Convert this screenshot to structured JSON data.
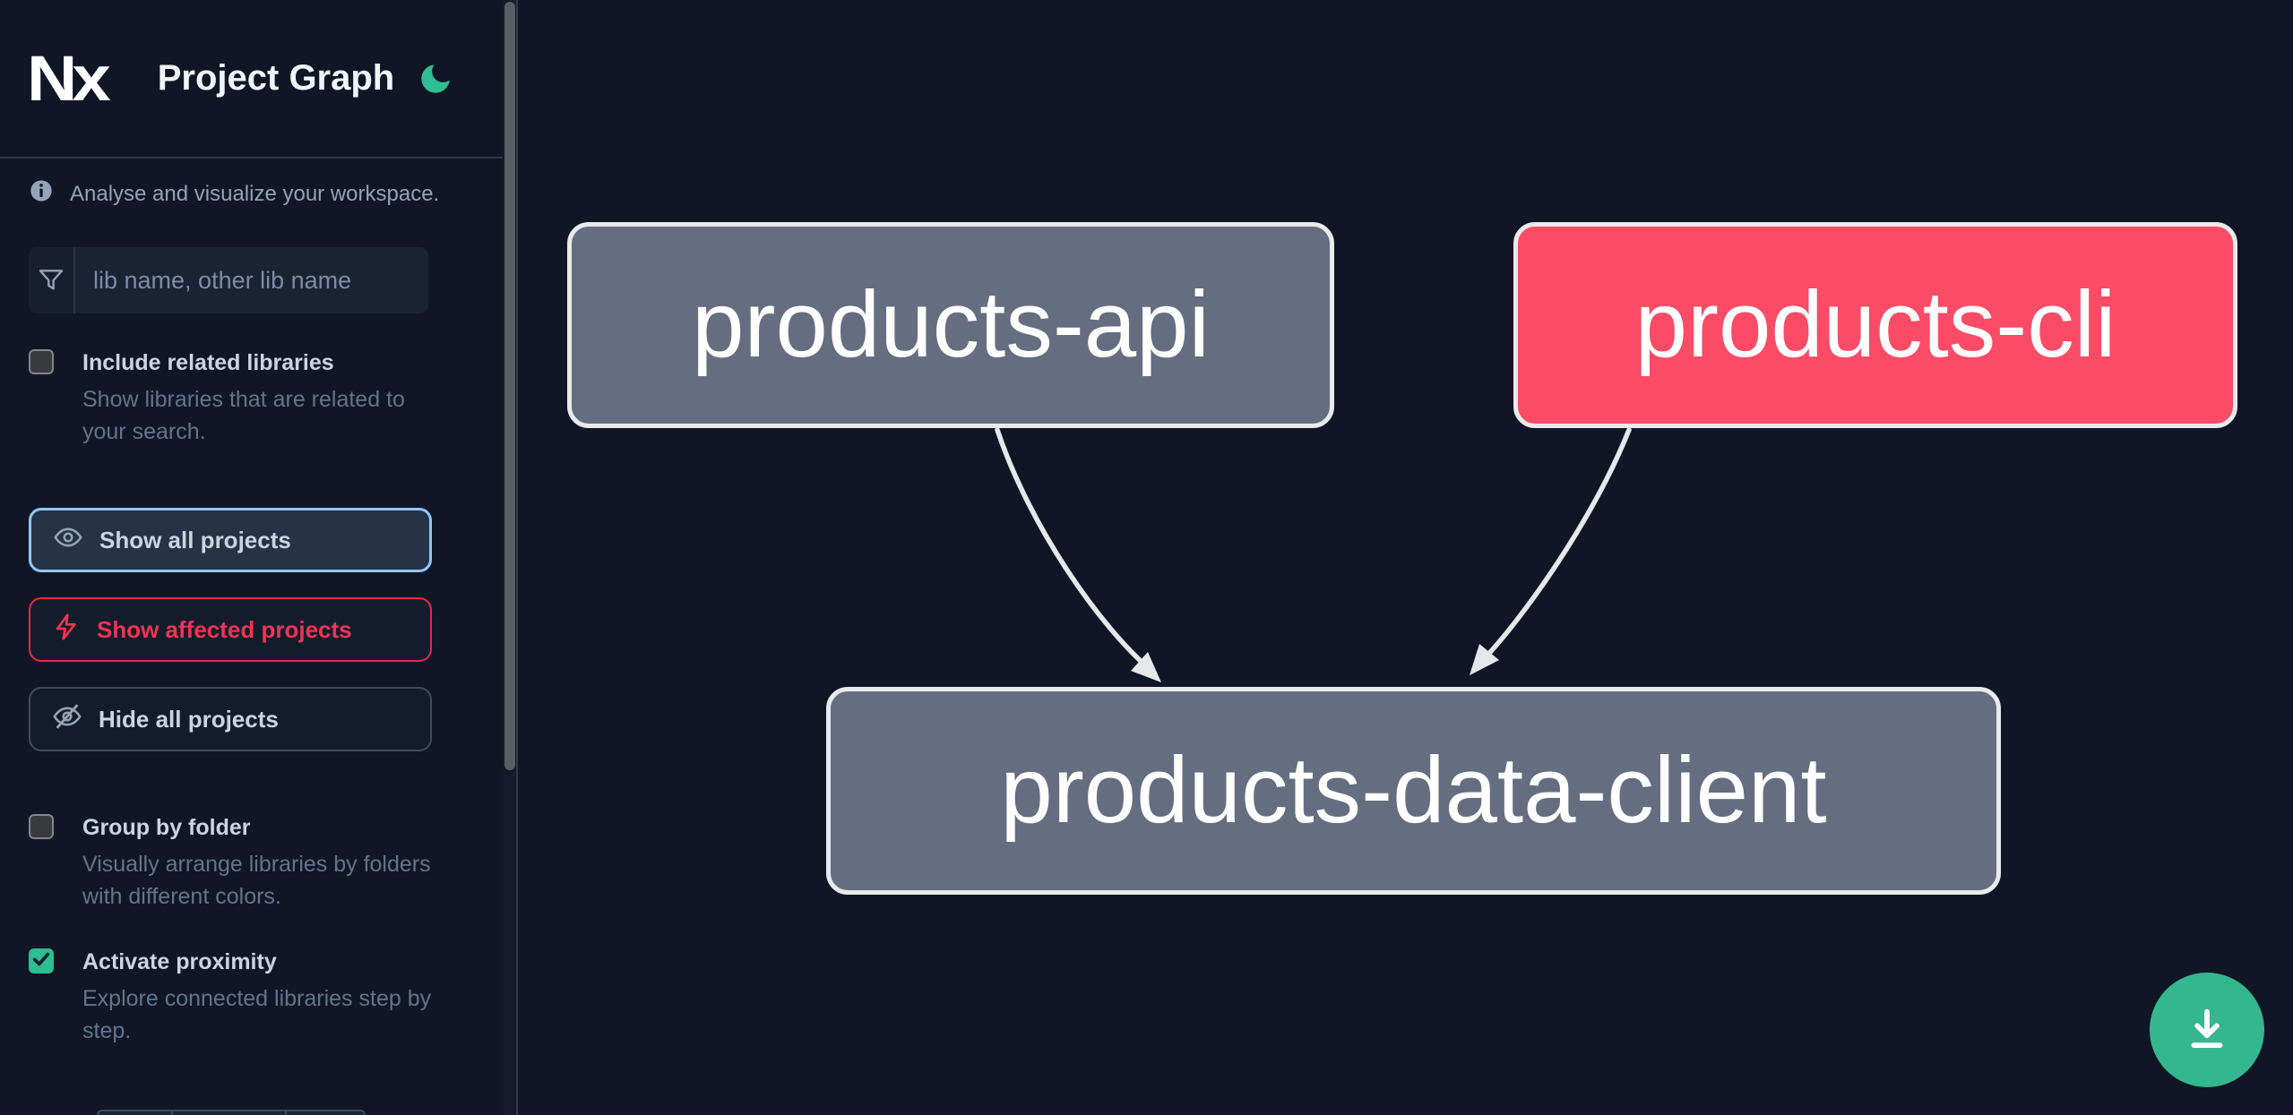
{
  "header": {
    "logo_text": "Nx",
    "title": "Project Graph",
    "theme_icon": "moon-icon"
  },
  "sidebar": {
    "tagline": "Analyse and visualize your workspace.",
    "tagline_icon": "info-icon",
    "search": {
      "icon": "filter-funnel-icon",
      "placeholder": "lib name, other lib name",
      "value": ""
    },
    "checkboxes": [
      {
        "label": "Include related libraries",
        "description": "Show libraries that are related to your search.",
        "checked": false
      },
      {
        "label": "Group by folder",
        "description": "Visually arrange libraries by folders with different colors.",
        "checked": false
      },
      {
        "label": "Activate proximity",
        "description": "Explore connected libraries step by step.",
        "checked": true
      }
    ],
    "buttons": [
      {
        "label": "Show all projects",
        "icon": "eye-icon",
        "state": "focused"
      },
      {
        "label": "Show affected projects",
        "icon": "bolt-icon",
        "state": "affected"
      },
      {
        "label": "Hide all projects",
        "icon": "eye-slash-icon",
        "state": "default"
      }
    ]
  },
  "graph": {
    "nodes": [
      {
        "id": "products-api",
        "status": "default"
      },
      {
        "id": "products-cli",
        "status": "affected"
      },
      {
        "id": "products-data-client",
        "status": "default"
      }
    ],
    "edges": [
      {
        "from": "products-api",
        "to": "products-data-client"
      },
      {
        "from": "products-cli",
        "to": "products-data-client"
      }
    ],
    "download_icon": "download-icon"
  },
  "colors": {
    "background": "#101626",
    "accent_green": "#2fbd91",
    "download_green": "#35b78e",
    "node_gray": "#656e80",
    "node_affected_pink": "#fb4b66",
    "node_border": "#e9eaec",
    "edge": "#e5e7eb",
    "focus_blue": "#93c5fd",
    "affected_red": "#ef3453",
    "text_primary": "#cbd5e1",
    "text_muted": "#64748b",
    "tagline_text": "#94a3b8"
  }
}
